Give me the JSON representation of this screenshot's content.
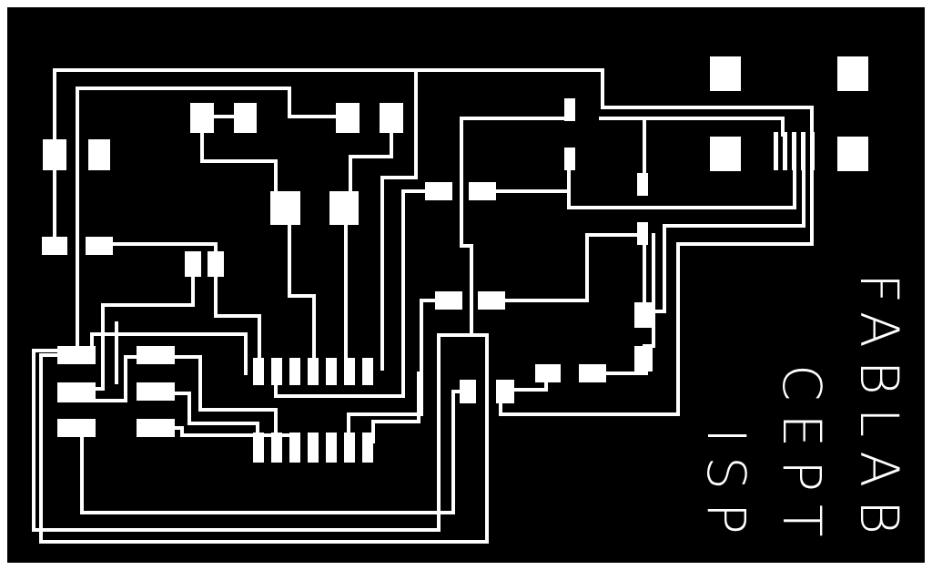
{
  "board": {
    "background_color": "#000000",
    "border_color": "#ffffff",
    "trace_color": "#ffffff",
    "pad_color": "#ffffff"
  },
  "labels": {
    "line1": "FABLAB",
    "line2": "CEPT",
    "line3": "ISP"
  }
}
